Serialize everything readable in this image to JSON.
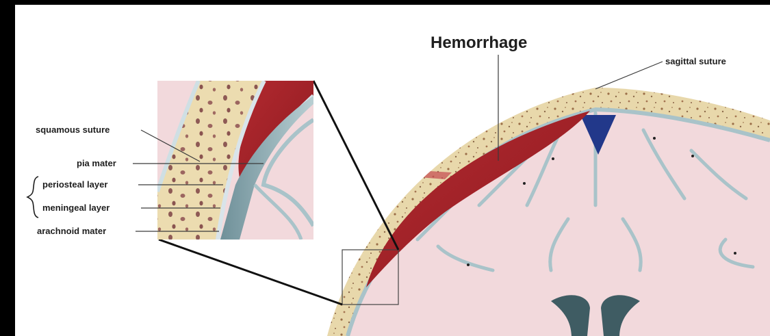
{
  "diagram": {
    "title": "Hemorrhage",
    "labels": {
      "sagittal_suture": "sagittal suture",
      "squamous_suture": "squamous suture",
      "pia_mater": "pia mater",
      "periosteal_layer": "periosteal layer",
      "meningeal_layer": "meningeal layer",
      "arachnoid_mater": "arachnoid mater"
    },
    "colors": {
      "bone": "#e6d6a8",
      "hemorrhage": "#a8232a",
      "brain": "#f1d6d9",
      "meninges": "#a9c3c9",
      "ventricle": "#3f5c63",
      "sinus": "#22388a"
    }
  }
}
